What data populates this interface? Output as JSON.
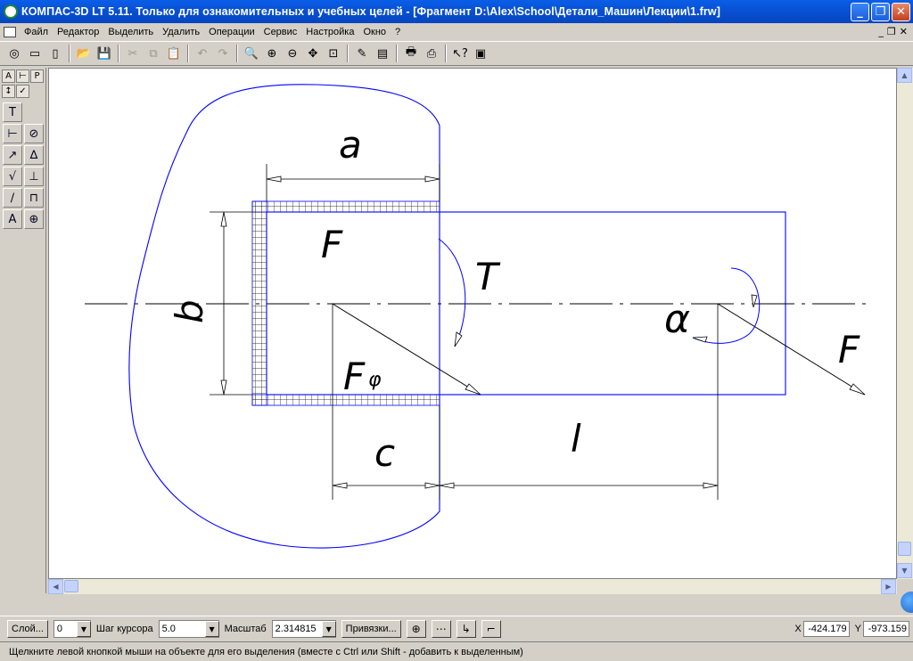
{
  "window": {
    "title": "КОМПАС-3D LT 5.11. Только для ознакомительных и учебных целей - [Фрагмент D:\\Alex\\School\\Детали_Машин\\Лекции\\1.frw]",
    "minimize": "_",
    "maximize": "❐",
    "close": "✕"
  },
  "menu": {
    "items": [
      "Файл",
      "Редактор",
      "Выделить",
      "Удалить",
      "Операции",
      "Сервис",
      "Настройка",
      "Окно",
      "?"
    ],
    "doc_controls": [
      "_",
      "❐",
      "✕"
    ]
  },
  "toolbar": {
    "buttons": [
      {
        "name": "options-icon",
        "glyph": "◎"
      },
      {
        "name": "new-sheet-icon",
        "glyph": "▭"
      },
      {
        "name": "new-fragment-icon",
        "glyph": "▯"
      },
      {
        "name": "open-folder-icon",
        "glyph": "📂"
      },
      {
        "name": "save-icon",
        "glyph": "💾"
      },
      {
        "name": "cut-icon",
        "glyph": "✂",
        "dim": true
      },
      {
        "name": "copy-icon",
        "glyph": "⧉",
        "dim": true
      },
      {
        "name": "paste-icon",
        "glyph": "📋"
      },
      {
        "name": "undo-icon",
        "glyph": "↶",
        "dim": true
      },
      {
        "name": "redo-icon",
        "glyph": "↷",
        "dim": true
      },
      {
        "name": "zoom-window-icon",
        "glyph": "🔍"
      },
      {
        "name": "zoom-in-icon",
        "glyph": "⊕"
      },
      {
        "name": "zoom-out-icon",
        "glyph": "⊖"
      },
      {
        "name": "pan-icon",
        "glyph": "✥"
      },
      {
        "name": "zoom-fit-icon",
        "glyph": "⊡"
      },
      {
        "name": "refresh-icon",
        "glyph": "✎"
      },
      {
        "name": "layers-icon",
        "glyph": "▤"
      },
      {
        "name": "print-preview-icon",
        "glyph": "🖶"
      },
      {
        "name": "print-icon",
        "glyph": "⎙"
      },
      {
        "name": "help-cursor-icon",
        "glyph": "↖?"
      },
      {
        "name": "library-icon",
        "glyph": "▣"
      }
    ]
  },
  "left_panel": {
    "tabs": [
      "A",
      "⊢",
      "P",
      "↕",
      "✓"
    ],
    "tools": [
      {
        "name": "text-tool-icon",
        "glyph": "T"
      },
      {
        "name": "empty-slot",
        "glyph": ""
      },
      {
        "name": "linear-dimension-icon",
        "glyph": "⊢"
      },
      {
        "name": "diameter-dimension-icon",
        "glyph": "⊘"
      },
      {
        "name": "radius-dimension-icon",
        "glyph": "↗"
      },
      {
        "name": "angle-dimension-icon",
        "glyph": "∆"
      },
      {
        "name": "roughness-icon",
        "glyph": "√"
      },
      {
        "name": "base-icon",
        "glyph": "⊥"
      },
      {
        "name": "leader-icon",
        "glyph": "∕"
      },
      {
        "name": "tolerance-icon",
        "glyph": "⊓"
      },
      {
        "name": "section-line-icon",
        "glyph": "A"
      },
      {
        "name": "center-mark-icon",
        "glyph": "⊕"
      }
    ]
  },
  "drawing": {
    "labels": {
      "a": "a",
      "b": "b",
      "F_top": "F",
      "T": "T",
      "alpha": "α",
      "F_right": "F",
      "F_phi": "F",
      "phi": "φ",
      "c": "c",
      "l": "l"
    }
  },
  "status": {
    "layer_button": "Слой...",
    "layer_value": "0",
    "step_label": "Шаг курсора",
    "step_value": "5.0",
    "scale_label": "Масштаб",
    "scale_value": "2.314815",
    "snaps_button": "Привязки...",
    "x_label": "X",
    "x_value": "-424.179",
    "y_label": "Y",
    "y_value": "-973.159"
  },
  "hint": "Щелкните левой кнопкой мыши на объекте для его выделения (вместе с Ctrl или Shift - добавить к выделенным)",
  "colors": {
    "outline": "#0000ff",
    "titlebar": "#0852d6"
  }
}
